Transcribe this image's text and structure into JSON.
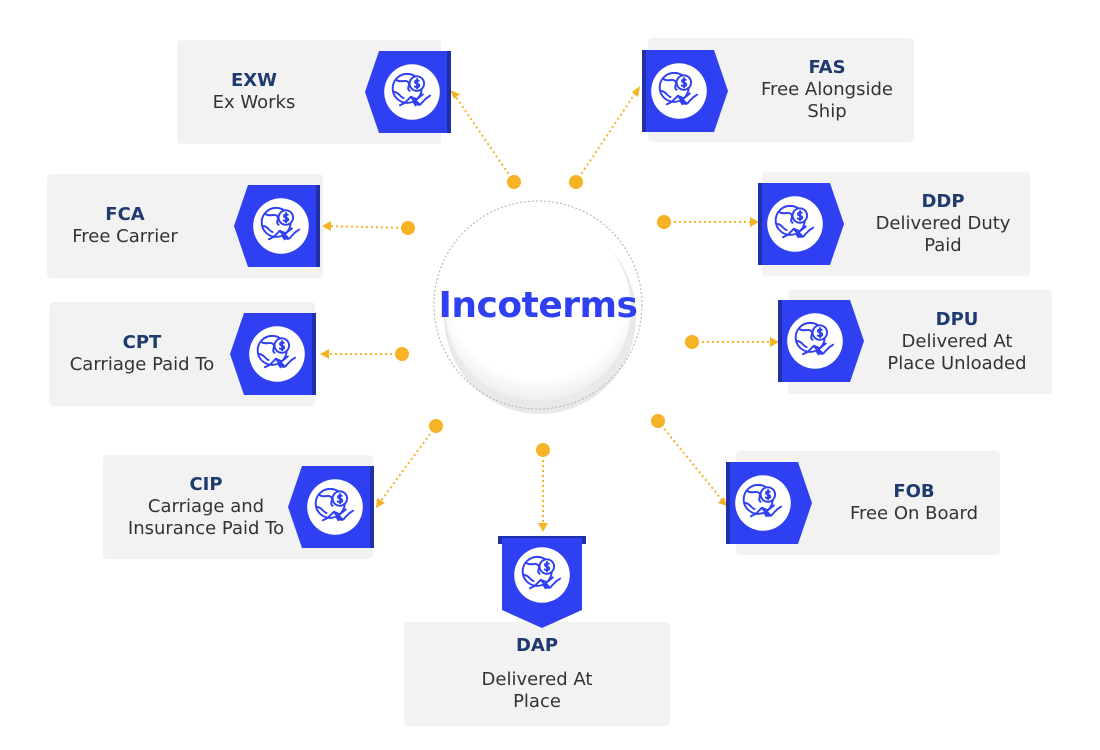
{
  "center": {
    "title": "Incoterms"
  },
  "terms": {
    "exw": {
      "code": "EXW",
      "name": "Ex Works"
    },
    "fas": {
      "code": "FAS",
      "name": "Free Alongside\nShip"
    },
    "fca": {
      "code": "FCA",
      "name": "Free Carrier"
    },
    "ddp": {
      "code": "DDP",
      "name": "Delivered Duty\nPaid"
    },
    "cpt": {
      "code": "CPT",
      "name": "Carriage Paid To"
    },
    "dpu": {
      "code": "DPU",
      "name": "Delivered At\nPlace Unloaded"
    },
    "cip": {
      "code": "CIP",
      "name": "Carriage and\nInsurance Paid To"
    },
    "fob": {
      "code": "FOB",
      "name": "Free On Board"
    },
    "dap": {
      "code": "DAP",
      "name": "Delivered At\nPlace"
    }
  },
  "colors": {
    "accent": "#2f3ff2",
    "badge_dark": "#1e2fa8",
    "connector": "#f5b325",
    "card_bg": "#f2f2f2",
    "code_text": "#1e3a6e"
  },
  "icons": {
    "badge": "globe-dollar-handshake-icon"
  }
}
